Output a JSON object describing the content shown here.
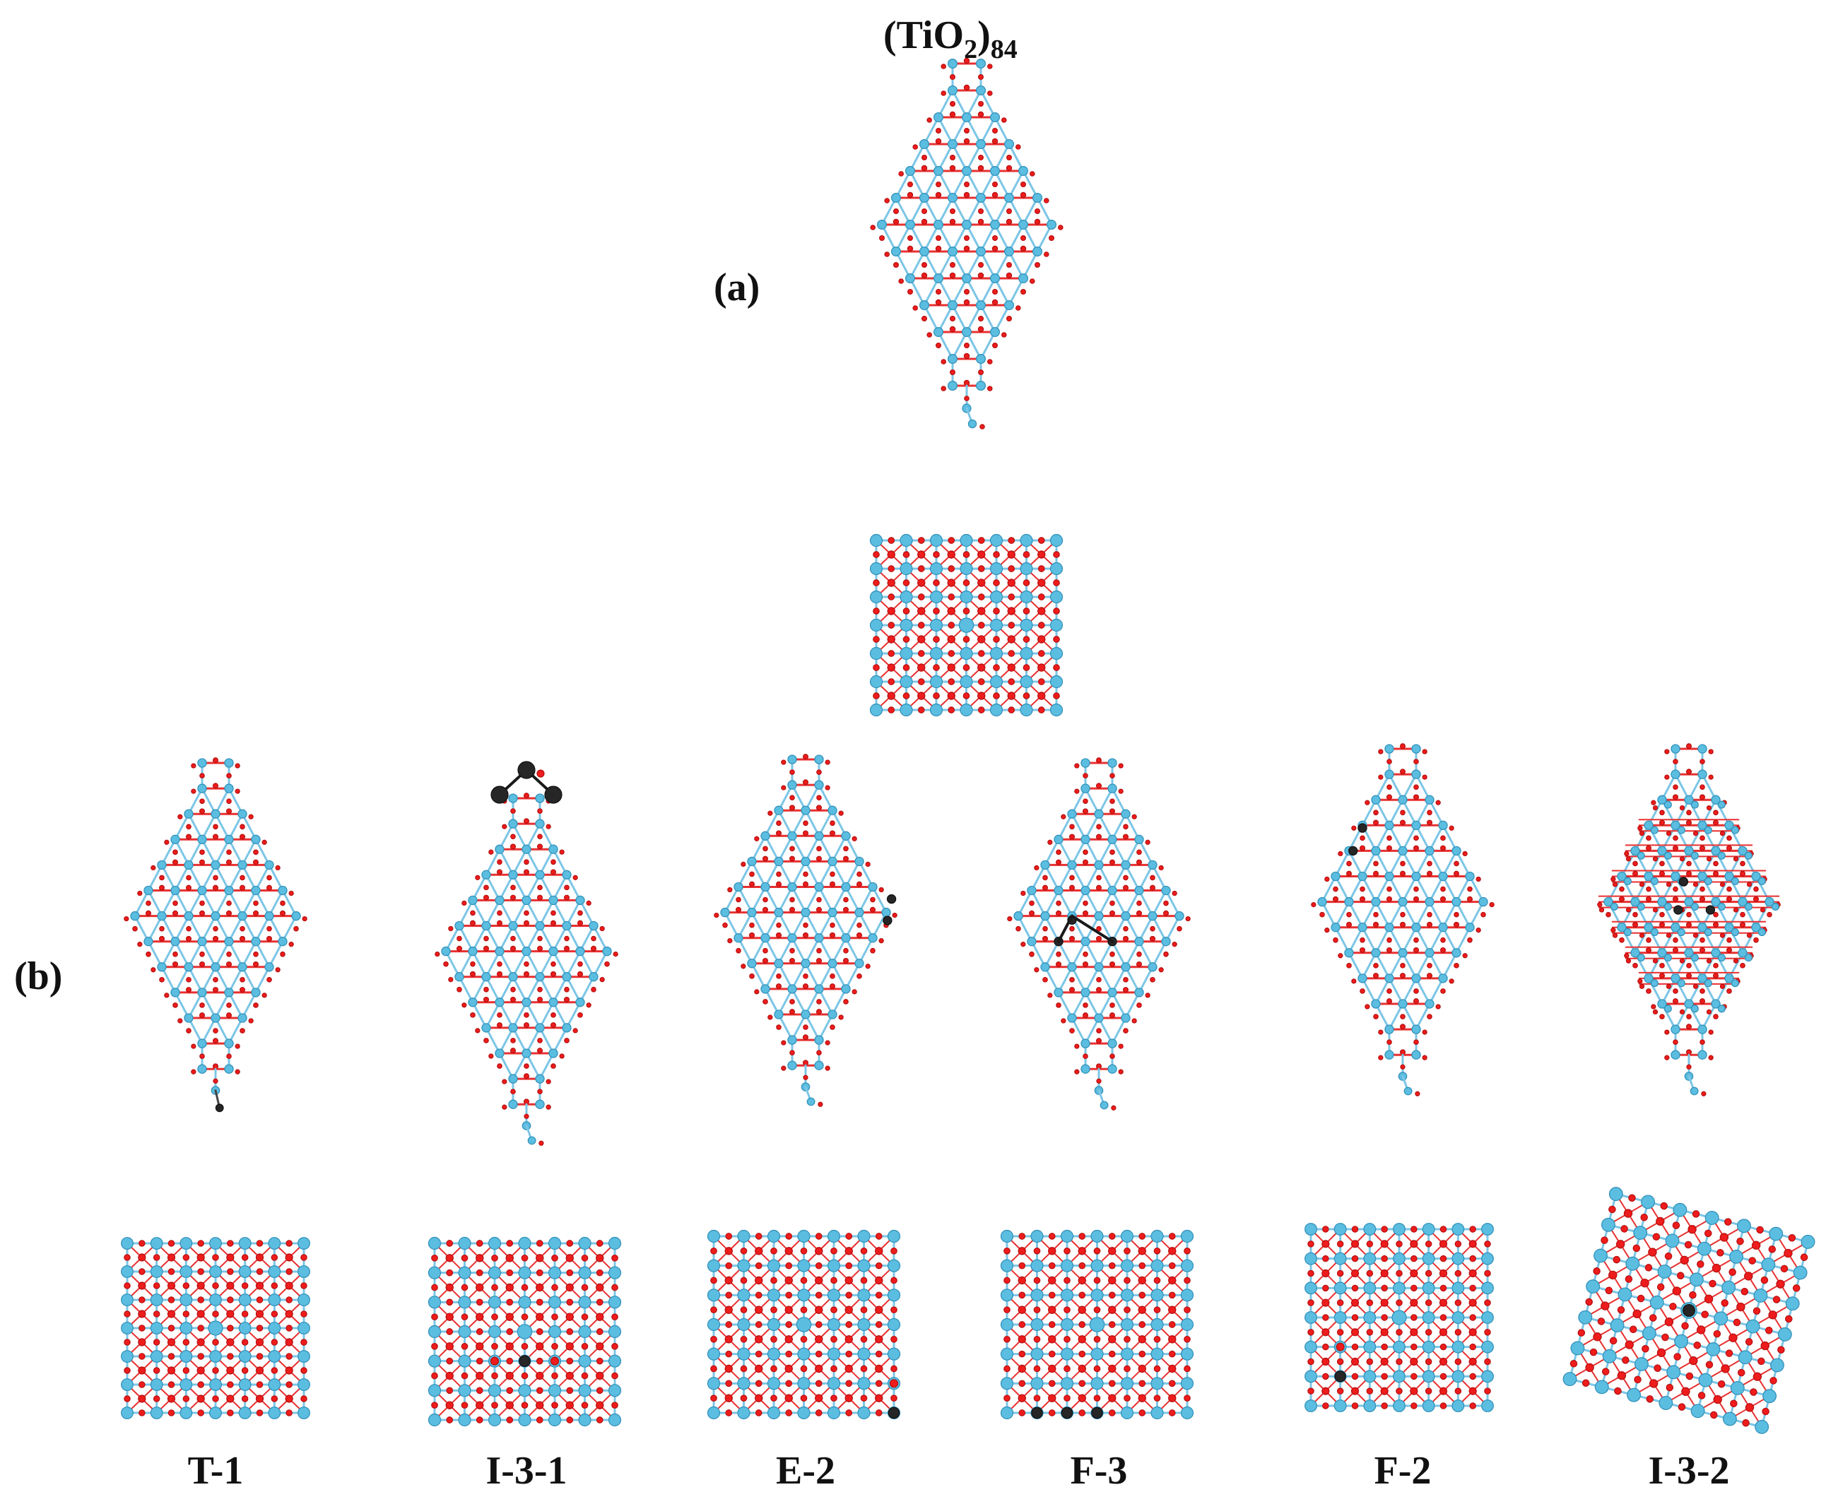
{
  "title": {
    "base": "(TiO",
    "sub1": "2",
    "close": ")",
    "sub2": "84"
  },
  "panel_a_label": "(a)",
  "panel_b_label": "(b)",
  "structures": [
    {
      "id": "T-1",
      "label": "T-1"
    },
    {
      "id": "I-3-1",
      "label": "I-3-1"
    },
    {
      "id": "E-2",
      "label": "E-2"
    },
    {
      "id": "F-3",
      "label": "F-3"
    },
    {
      "id": "F-2",
      "label": "F-2"
    },
    {
      "id": "I-3-2",
      "label": "I-3-2"
    }
  ],
  "colors": {
    "titanium": "#5bbde0",
    "titanium_edge": "#2f8fb8",
    "oxygen": "#ee1c1c",
    "dopant": "#262626",
    "bond_ti": "#7cc6e6",
    "bond_o": "#e83030"
  }
}
